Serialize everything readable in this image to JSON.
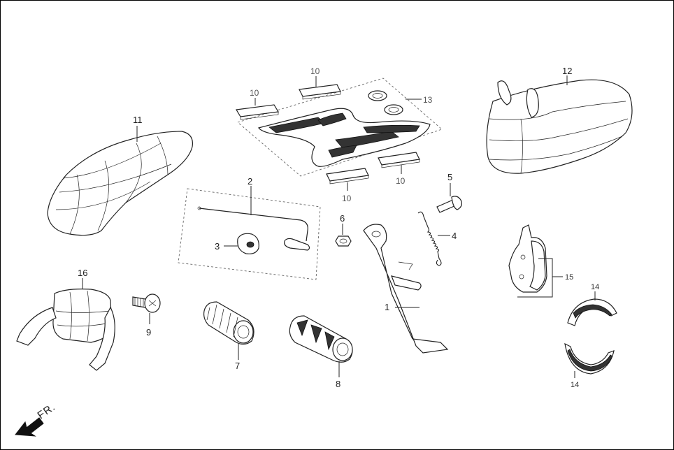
{
  "diagram": {
    "labels": {
      "p1": "1",
      "p2": "2",
      "p3": "3",
      "p4": "4",
      "p5": "5",
      "p6": "6",
      "p7": "7",
      "p8": "8",
      "p9": "9",
      "p10a": "10",
      "p10b": "10",
      "p10c": "10",
      "p10d": "10",
      "p11": "11",
      "p12": "12",
      "p13": "13",
      "p14a": "14",
      "p14b": "14",
      "p15": "15",
      "p16": "16"
    },
    "direction": "FR."
  }
}
